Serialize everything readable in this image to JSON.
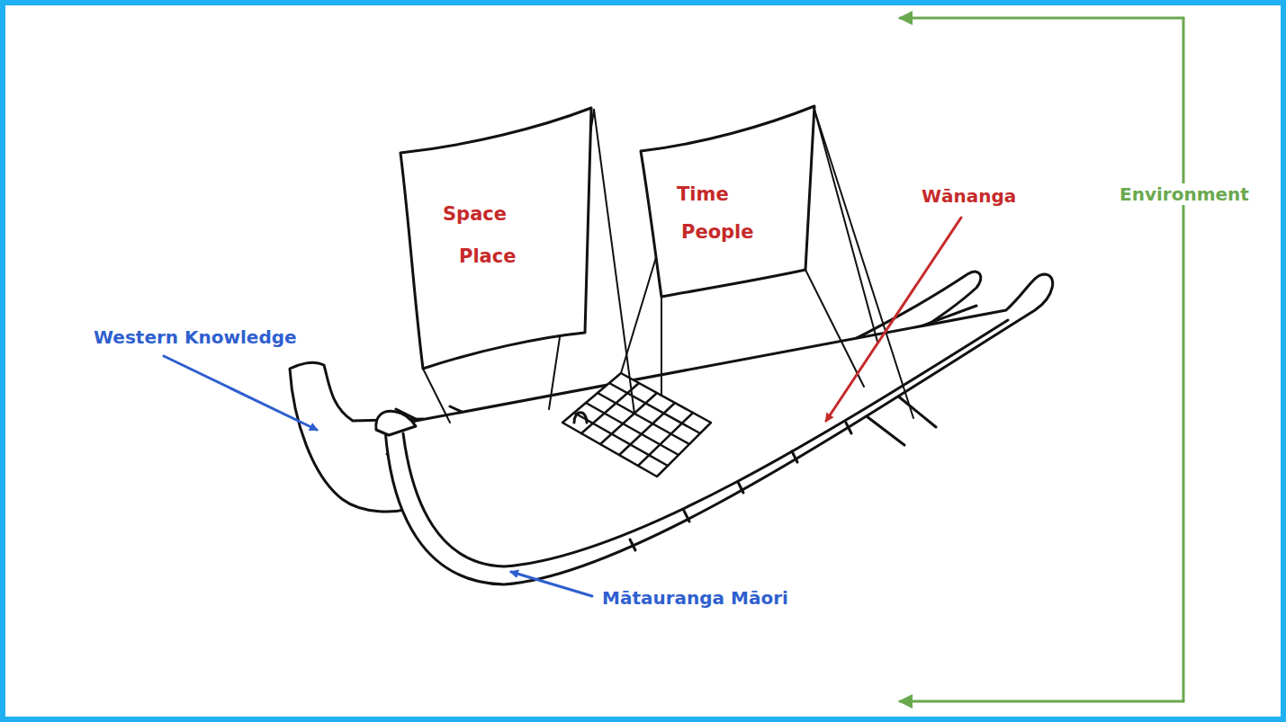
{
  "diagram": {
    "nodes": [
      {
        "text": [
          "Space",
          "Place"
        ]
      },
      {
        "text": [
          "Time",
          "People"
        ]
      }
    ],
    "labels": [
      "Western Knowledge",
      "Mātauranga Māori",
      "Wānanga",
      "Environment"
    ]
  }
}
